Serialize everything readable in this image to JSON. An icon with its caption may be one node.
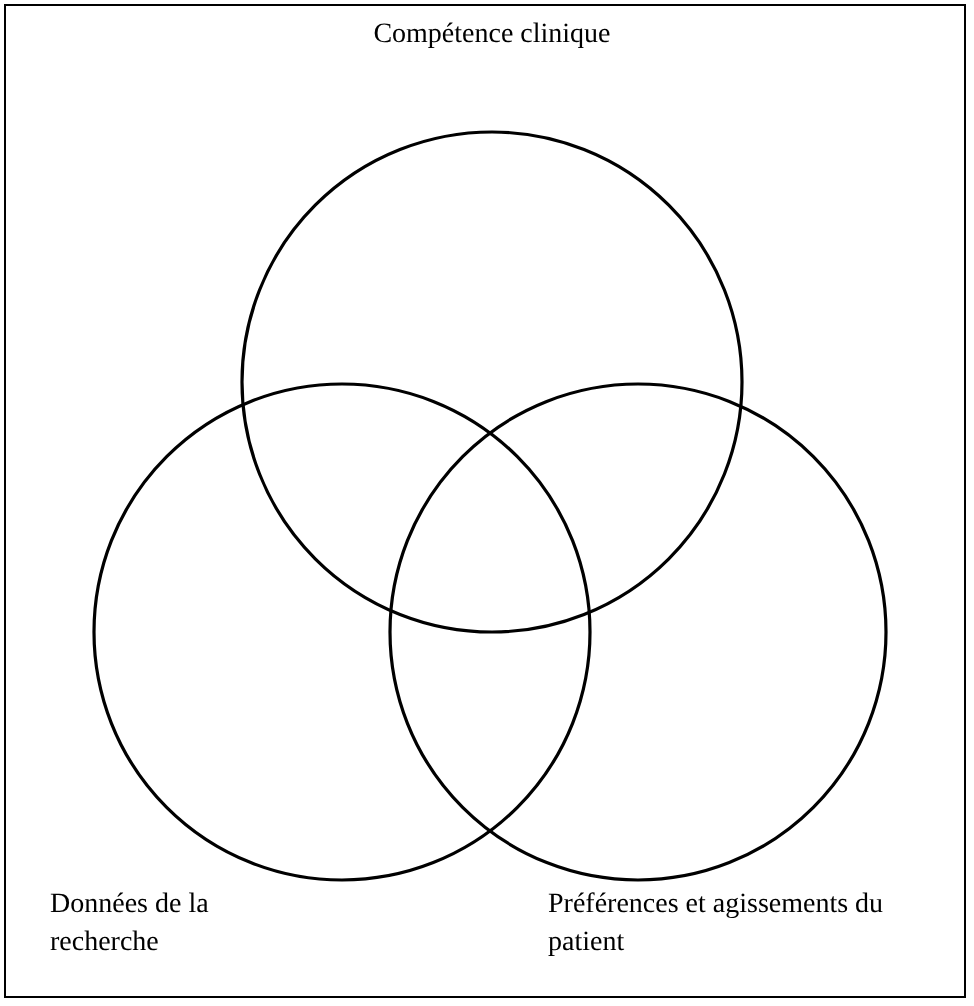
{
  "diagram": {
    "nodes": [
      {
        "text": [
          "Compétence clinique"
        ]
      },
      {
        "text": [
          "Données de la recherche"
        ]
      },
      {
        "text": [
          "Préférences et agissements du patient"
        ]
      }
    ],
    "edges": []
  }
}
